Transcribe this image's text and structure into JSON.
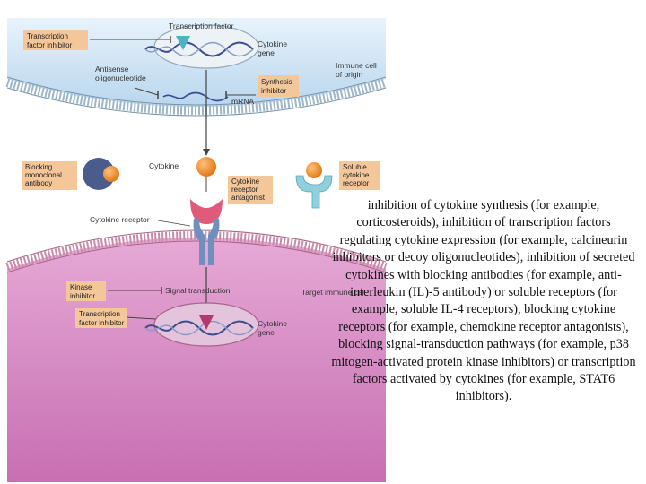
{
  "labels": {
    "transcription_factor": "Transcription factor",
    "transcription_factor_inhibitor_top": [
      "Transcription",
      "factor inhibitor"
    ],
    "cytokine_gene_top": [
      "Cytokine",
      "gene"
    ],
    "antisense": [
      "Antisense",
      "oligonucleotide"
    ],
    "synthesis_inhibitor": [
      "Synthesis",
      "inhibitor"
    ],
    "mrna": "mRNA",
    "immune_cell_of_origin": [
      "Immune cell",
      "of origin"
    ],
    "blocking_antibody": [
      "Blocking",
      "monoclonal",
      "antibody"
    ],
    "cytokine": "Cytokine",
    "soluble_receptor": [
      "Soluble",
      "cytokine",
      "receptor"
    ],
    "receptor_antagonist": [
      "Cytokine",
      "receptor",
      "antagonist"
    ],
    "cytokine_receptor": "Cytokine receptor",
    "kinase_inhibitor": [
      "Kinase",
      "inhibitor"
    ],
    "signal_transduction": "Signal transduction",
    "target_immune_cell": "Target immune cell",
    "transcription_factor_inhibitor_bottom": [
      "Transcription",
      "factor inhibitor"
    ],
    "cytokine_gene_bottom": [
      "Cytokine",
      "gene"
    ]
  },
  "caption": "inhibition of cytokine synthesis (for example, corticosteroids), inhibition of transcription factors regulating cytokine expression (for example, calcineurin inhibitors or decoy oligonucleotides), inhibition of secreted cytokines with blocking antibodies (for example, anti-interleukin (IL)-5 antibody) or soluble receptors (for example, soluble IL-4 receptors), blocking cytokine receptors (for example, chemokine receptor antagonists), blocking signal-transduction pathways (for example, p38 mitogen-activated protein kinase inhibitors) or transcription factors activated by cytokines (for example, STAT6 inhibitors).",
  "colors": {
    "top_cell": "#cfe3f3",
    "bottom_cell": "#d98fc4",
    "nucleus": "#e9eef4",
    "label_box": "#f4c79a",
    "cytokine": "#f08a24",
    "antibody": "#4a5c8c",
    "soluble_receptor": "#8fd0dc",
    "antagonist": "#e25a7a",
    "receptor": "#6f8fbf",
    "dna": "#3a4d8f"
  }
}
